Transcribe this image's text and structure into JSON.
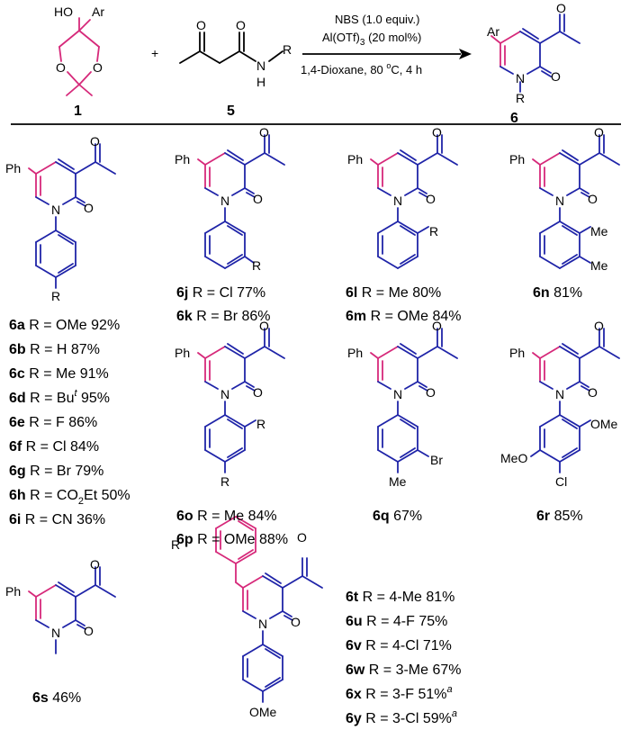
{
  "scheme": {
    "compound1": {
      "number": "1",
      "hydroxy": "HO",
      "aryl": "Ar"
    },
    "compound5": {
      "number": "5",
      "nitrogen": "N",
      "hydrogen": "H",
      "substituent": "R"
    },
    "product": {
      "number": "6",
      "aryl": "Ar",
      "nitrogen": "N",
      "substituent": "R"
    },
    "plus": "+",
    "conditions": {
      "line1": "NBS (1.0 equiv.)",
      "line2": "Al(OTf)",
      "line2_sub": "3",
      "line2_tail": " (20 mol%)",
      "line3": "1,4-Dioxane, 80 ",
      "line3_sup": "o",
      "line3_tail": "C, 4 h"
    }
  },
  "atoms": {
    "O": "O",
    "N": "N",
    "Ph": "Ph",
    "R": "R",
    "Me": "Me",
    "Br": "Br",
    "Cl": "Cl",
    "MeO": "MeO",
    "OMe": "OMe"
  },
  "results": {
    "group_a": [
      {
        "id": "6a",
        "text": " R = OMe 92%"
      },
      {
        "id": "6b",
        "text": " R = H 87%"
      },
      {
        "id": "6c",
        "text": " R = Me 91%"
      },
      {
        "id": "6d",
        "text": " R = Bu",
        "sup": "t",
        "tail": " 95%"
      },
      {
        "id": "6e",
        "text": " R = F 86%"
      },
      {
        "id": "6f",
        "text": " R = Cl 84%"
      },
      {
        "id": "6g",
        "text": " R = Br 79%"
      },
      {
        "id": "6h",
        "text": " R = CO",
        "sub": "2",
        "tail": "Et 50%"
      },
      {
        "id": "6i",
        "text": " R = CN 36%"
      }
    ],
    "group_jk": [
      {
        "id": "6j",
        "text": " R = Cl 77%"
      },
      {
        "id": "6k",
        "text": " R = Br 86%"
      }
    ],
    "group_lm": [
      {
        "id": "6l",
        "text": " R = Me 80%"
      },
      {
        "id": "6m",
        "text": " R = OMe 84%"
      }
    ],
    "item_n": {
      "id": "6n",
      "text": " 81%"
    },
    "group_op": [
      {
        "id": "6o",
        "text": " R = Me 84%"
      },
      {
        "id": "6p",
        "text": " R = OMe 88%"
      }
    ],
    "item_q": {
      "id": "6q",
      "text": " 67%"
    },
    "item_r": {
      "id": "6r",
      "text": " 85%"
    },
    "item_s": {
      "id": "6s",
      "text": " 46%"
    },
    "group_ty": [
      {
        "id": "6t",
        "text": " R = 4-Me 81%"
      },
      {
        "id": "6u",
        "text": " R = 4-F 75%"
      },
      {
        "id": "6v",
        "text": " R = 4-Cl 71%"
      },
      {
        "id": "6w",
        "text": " R = 3-Me 67%"
      },
      {
        "id": "6x",
        "text": " R = 3-F 51%",
        "sup": "a"
      },
      {
        "id": "6y",
        "text": " R = 3-Cl 59%",
        "sup": "a"
      }
    ]
  },
  "colors": {
    "reagent_pink": "#d6297a",
    "amide_blue": "#1f24a8",
    "ink": "#000000"
  }
}
